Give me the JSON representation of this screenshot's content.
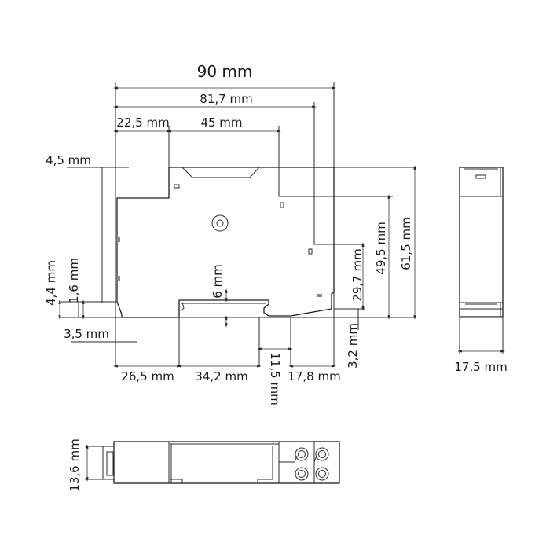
{
  "front_view": {
    "dimensions": {
      "total_width": "90 mm",
      "width_81_7": "81,7 mm",
      "width_22_5": "22,5 mm",
      "width_45": "45 mm",
      "offset_4_5": "4,5 mm",
      "height_61_5": "61,5 mm",
      "height_49_5": "49,5 mm",
      "height_29_7": "29,7 mm",
      "height_3_2": "3,2 mm",
      "height_4_4": "4,4 mm",
      "height_1_6": "1,6 mm",
      "offset_3_5": "3,5 mm",
      "slot_depth_6": "6 mm",
      "width_26_5": "26,5 mm",
      "width_34_2": "34,2 mm",
      "width_11_5": "11,5 mm",
      "width_17_8": "17,8 mm"
    }
  },
  "side_view": {
    "width": "17,5 mm"
  },
  "top_view": {
    "height": "13,6 mm"
  }
}
